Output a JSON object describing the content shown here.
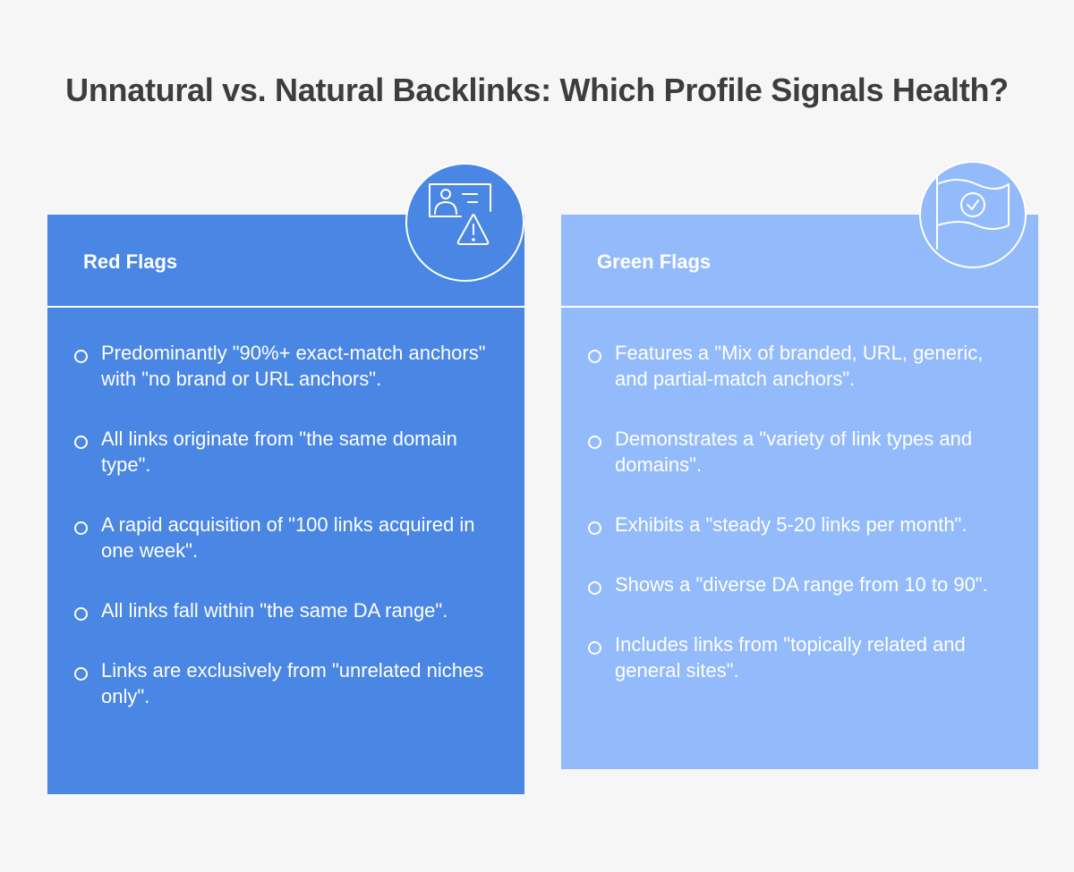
{
  "title": "Unnatural vs. Natural Backlinks: Which Profile Signals Health?",
  "colors": {
    "red_card": "#4a86e4",
    "green_card": "#93bbfb",
    "background": "#f7f6f7"
  },
  "red": {
    "heading": "Red Flags",
    "icon": "id-card-warning-icon",
    "items": [
      "Predominantly \"90%+ exact-match anchors\" with \"no brand or URL anchors\".",
      "All links originate from \"the same domain type\".",
      "A rapid acquisition of \"100 links acquired in one week\".",
      "All links fall within \"the same DA range\".",
      "Links are exclusively from \"unrelated niches only\"."
    ]
  },
  "green": {
    "heading": "Green Flags",
    "icon": "flag-check-icon",
    "items": [
      "Features a \"Mix of branded, URL, generic, and partial-match anchors\".",
      "Demonstrates a \"variety of link types and domains\".",
      "Exhibits a \"steady 5-20 links per month\".",
      "Shows a \"diverse DA range from 10 to 90\".",
      "Includes links from \"topically related and general sites\"."
    ]
  }
}
